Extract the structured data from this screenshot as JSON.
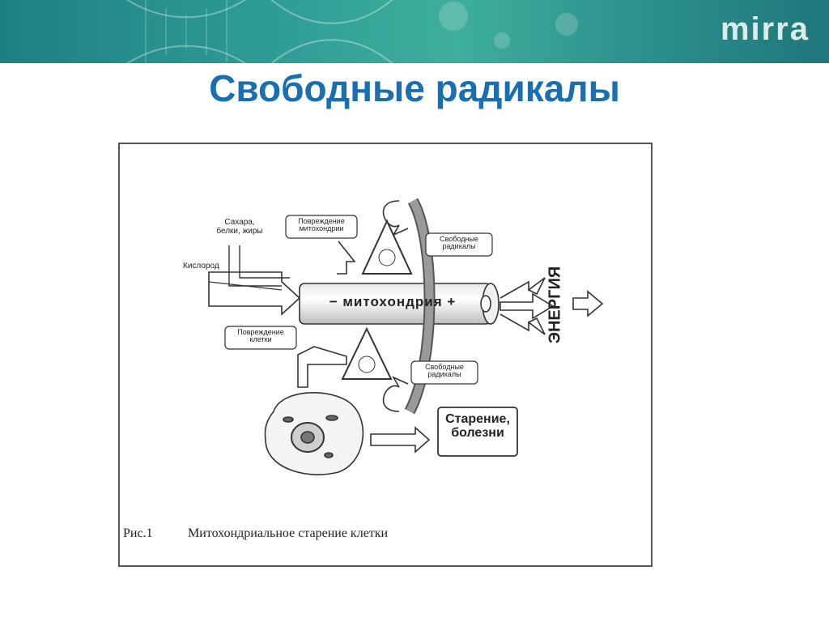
{
  "header": {
    "brand": "mirra",
    "accent_color": "#2d9a93"
  },
  "slide": {
    "title": "Свободные радикалы",
    "title_color": "#1a6fb0"
  },
  "diagram": {
    "labels": {
      "sugars": "Сахара, белки, жиры",
      "oxygen": "Кислород",
      "mito_damage": "Повреждение митохондрии",
      "free_radicals_top": "Свободные радикалы",
      "mitochondria": "− митохондрия +",
      "energy": "ЭНЕРГИЯ",
      "cell_damage": "Повреждение клетки",
      "free_radicals_bottom": "Свободные радикалы",
      "aging": "Старение, болезни"
    },
    "caption": {
      "figure_number": "Рис.1",
      "text": "Митохондриальное старение клетки"
    }
  }
}
